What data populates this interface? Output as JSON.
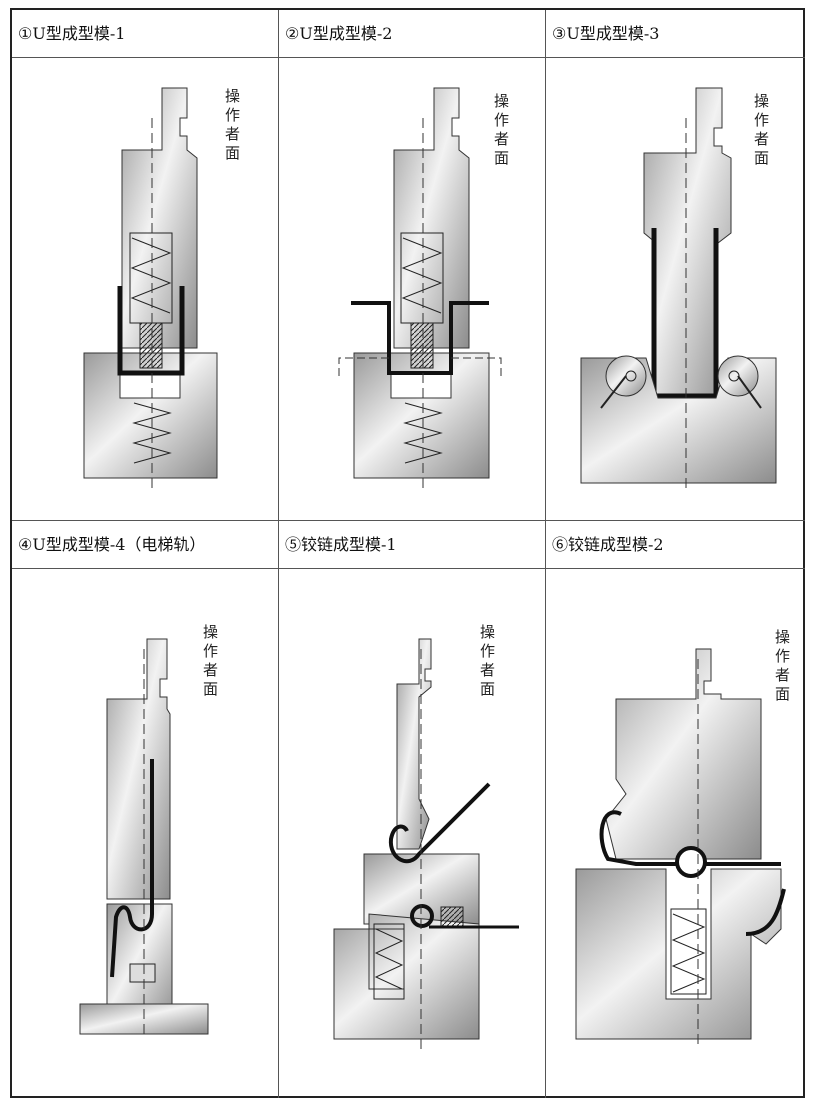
{
  "panels": [
    {
      "title": "①U型成型模-1",
      "side_label": "操作者面"
    },
    {
      "title": "②U型成型模-2",
      "side_label": "操作者面"
    },
    {
      "title": "③U型成型模-3",
      "side_label": "操作者面"
    },
    {
      "title": "④U型成型模-4（电梯轨）",
      "side_label": "操作者面"
    },
    {
      "title": "⑤铰链成型模-1",
      "side_label": "操作者面"
    },
    {
      "title": "⑥铰链成型模-2",
      "side_label": "操作者面"
    }
  ],
  "colors": {
    "steel_light": "#e6e6e6",
    "steel_dark": "#8c8c8c",
    "workpiece": "#111111",
    "border": "#222222"
  }
}
